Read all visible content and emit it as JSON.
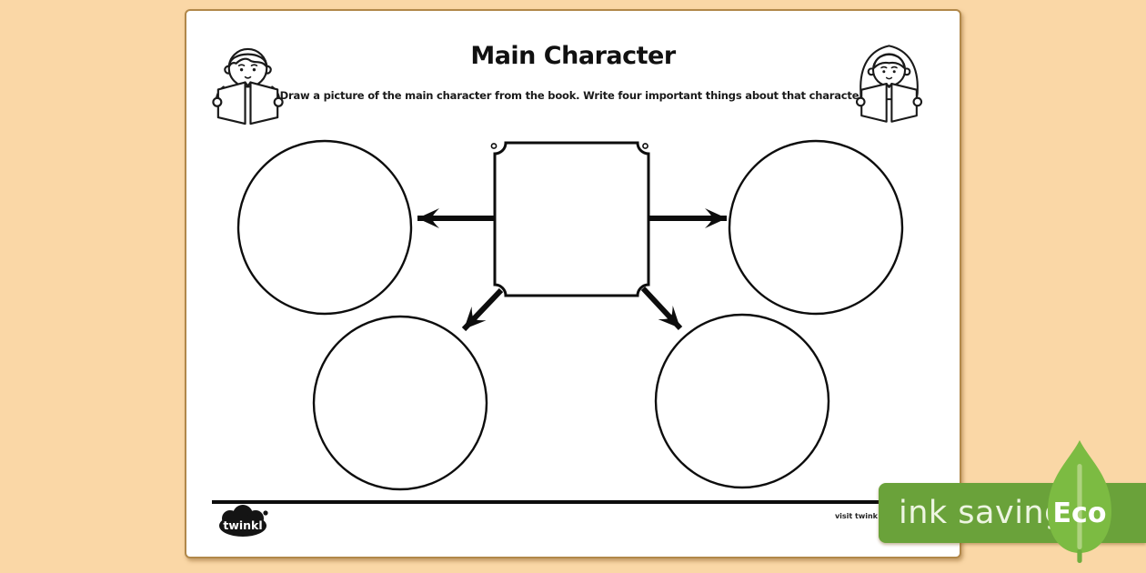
{
  "scene": {
    "background_color": "#fad7a6",
    "page_color": "#ffffff"
  },
  "worksheet": {
    "title": "Main Character",
    "instructions": "Draw a picture of the main character from the book. Write four important things about that character.",
    "diagram": {
      "type": "graphic-organizer",
      "center_shape": "blank square plaque with notched corners",
      "drawing_circles": 4,
      "arrows": [
        "left",
        "right",
        "down-left",
        "down-right"
      ]
    },
    "footer": {
      "logo_text": "twinkl",
      "visit_text": "visit twink"
    }
  },
  "eco_badge": {
    "label": "ink saving",
    "eco": "Eco",
    "banner_color": "#6aa23a",
    "leaf_color": "#7cbb42"
  },
  "icons": [
    "boy-reading-icon",
    "girl-reading-icon",
    "twinkl-cloud-logo",
    "eco-leaf-icon"
  ]
}
